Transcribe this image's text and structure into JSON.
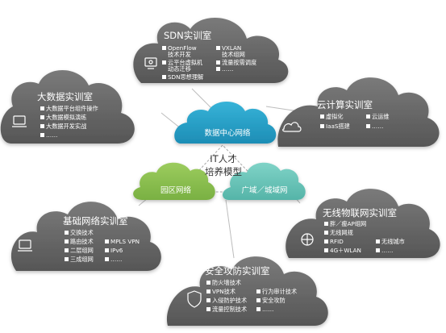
{
  "center": {
    "line1": "IT人才",
    "line2": "培养模型"
  },
  "hubs": {
    "top": "数据中心网络",
    "left": "园区网络",
    "right": "广域／城域网"
  },
  "labs": {
    "sdn": {
      "title": "SDN实训室",
      "items": [
        "OpenFlow",
        "VXLAN",
        "技术开发",
        "技术组网",
        "云平台虚拟机",
        "流量按需调度",
        "动态迁移",
        "……",
        "SDN思想理解"
      ]
    },
    "bigdata": {
      "title": "大数据实训室",
      "items": [
        "大数据平台组件操作",
        "大数据模拟演练",
        "大数据开发实战",
        "……"
      ]
    },
    "cloud": {
      "title": "云计算实训室",
      "items": [
        "虚拟化",
        "云运维",
        "IaaS搭建",
        "……"
      ]
    },
    "basic": {
      "title": "基础网络实训室",
      "items": [
        "交换技术",
        "路由技术",
        "MPLS VPN",
        "二层组网",
        "IPv6",
        "三成组网",
        "……"
      ]
    },
    "iot": {
      "title": "无线物联网实训室",
      "items": [
        "胖／瘦AP组网",
        "无线网规",
        "RFID",
        "无线城市",
        "4G＋WLAN",
        "……"
      ]
    },
    "security": {
      "title": "安全攻防实训室",
      "items": [
        "防火墙技术",
        "VPN技术",
        "行为审计技术",
        "入侵防护技术",
        "安全攻防",
        "流量控制技术",
        "……"
      ]
    }
  },
  "colors": {
    "lab_cloud": "#6b6b6b",
    "hub_top": "#2aa3c8",
    "hub_left": "#8cc152",
    "hub_right": "#6ec5b9",
    "text_dark": "#333333"
  }
}
